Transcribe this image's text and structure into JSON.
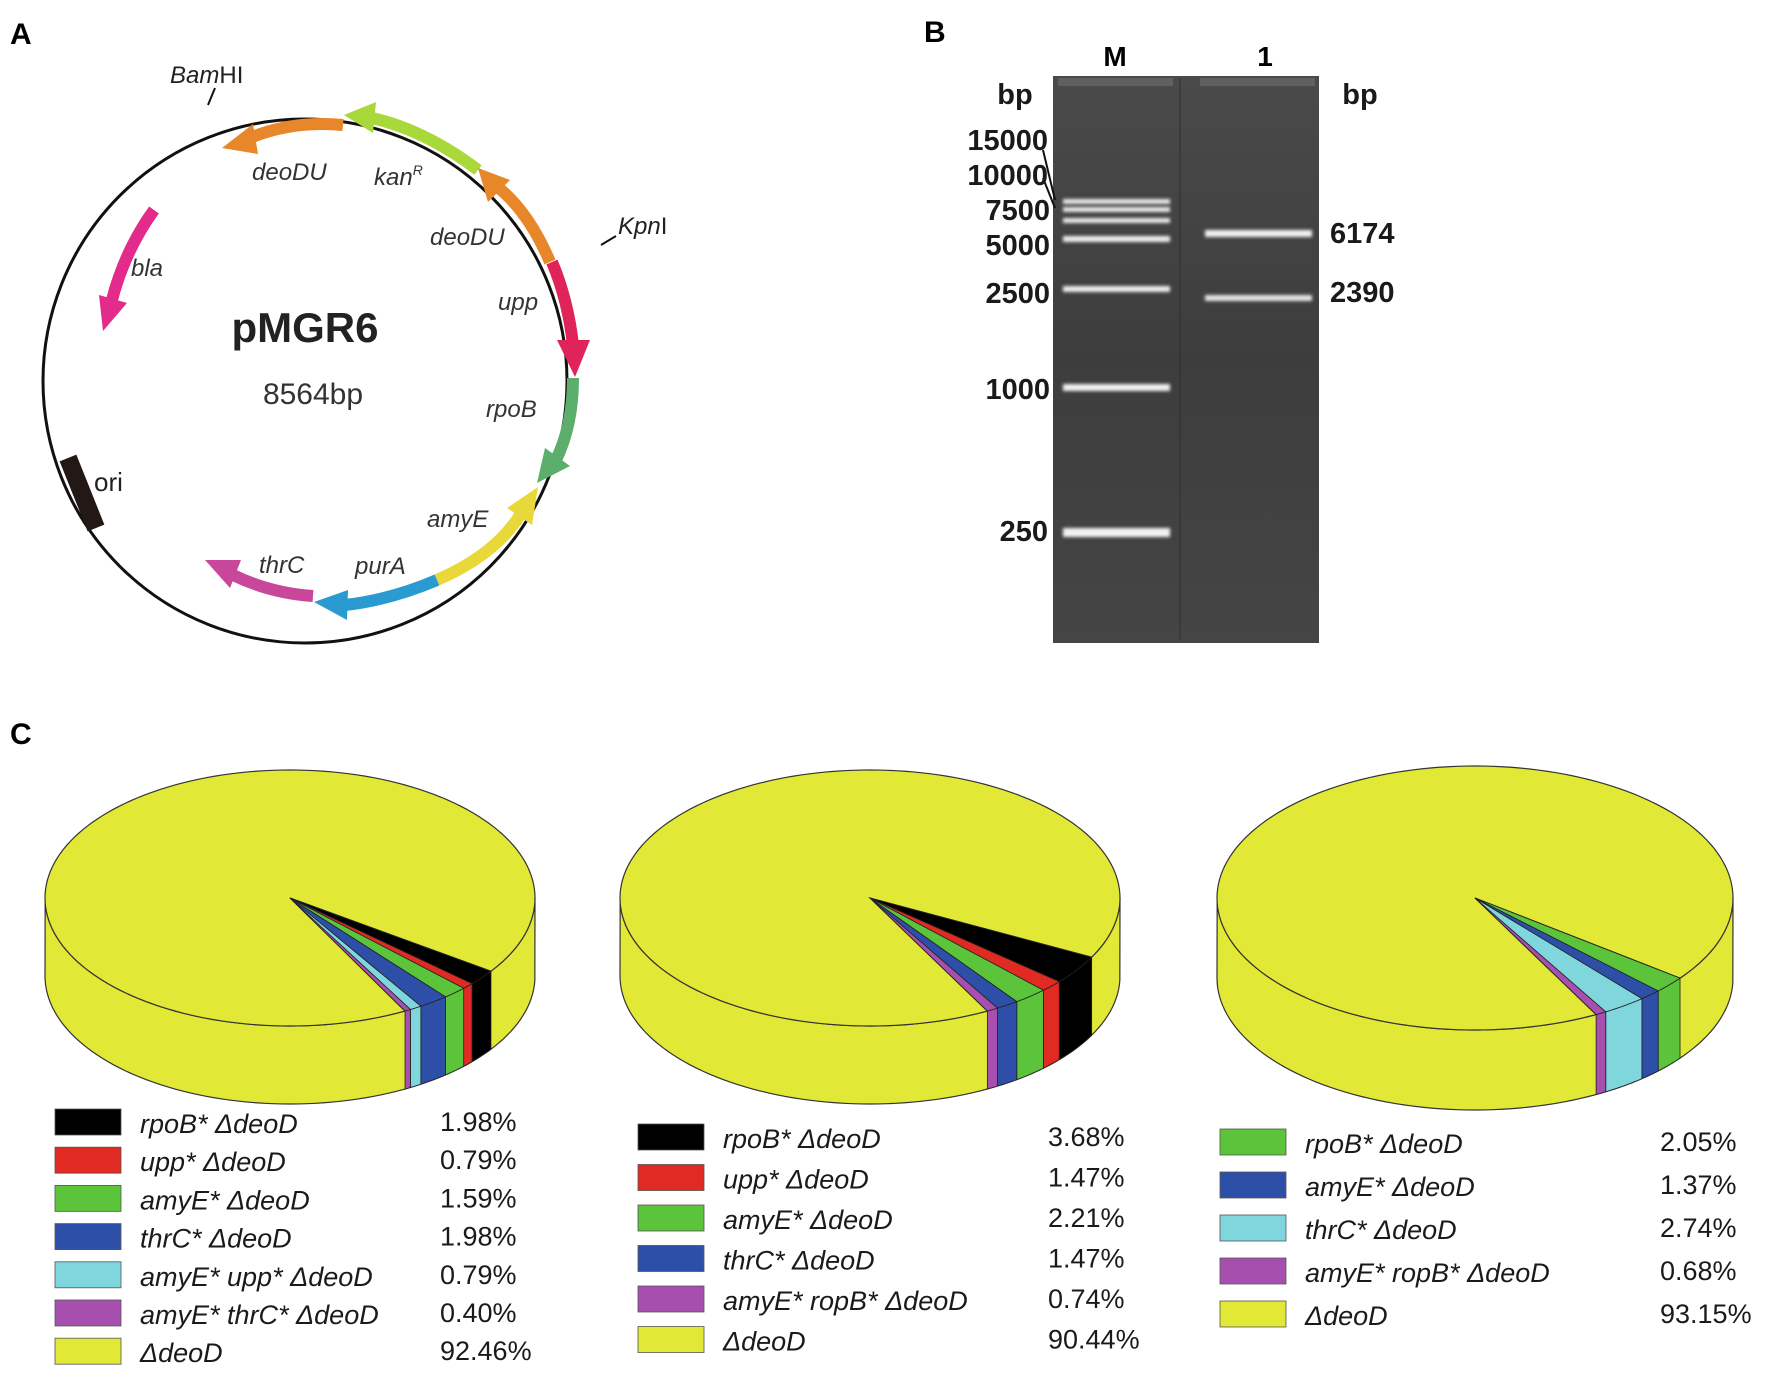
{
  "panel_a": {
    "letter": "A",
    "plasmid_name": "pMGR6",
    "plasmid_size": "8564bp",
    "sites": [
      {
        "italic": "Bam",
        "regular": "HI"
      },
      {
        "italic": "Kpn",
        "regular": "I"
      }
    ],
    "genes": [
      {
        "label": "deoDU",
        "color": "#E8862A"
      },
      {
        "label": "kan",
        "sup": "R",
        "color": "#A8D83A"
      },
      {
        "label": "deoDU",
        "color": "#E8862A"
      },
      {
        "label": "upp",
        "color": "#E0245A"
      },
      {
        "label": "rpoB",
        "color": "#5BAE6B"
      },
      {
        "label": "amyE",
        "color": "#E8D83A"
      },
      {
        "label": "purA",
        "color": "#2A9BD0"
      },
      {
        "label": "thrC",
        "color": "#C9479B"
      },
      {
        "label": "bla",
        "color": "#E22B8A"
      }
    ],
    "ori_label": "ori"
  },
  "panel_b": {
    "letter": "B",
    "lane_labels": [
      "M",
      "1"
    ],
    "unit_left": "bp",
    "unit_right": "bp",
    "marker_sizes": [
      "15000",
      "10000",
      "7500",
      "5000",
      "2500",
      "1000",
      "250"
    ],
    "sample_bands": [
      "6174",
      "2390"
    ]
  },
  "panel_c": {
    "letter": "C",
    "pies": [
      {
        "legend": [
          {
            "label": "rpoB* ΔdeoD",
            "value": "1.98%",
            "color": "#000000"
          },
          {
            "label": "upp* ΔdeoD",
            "value": "0.79%",
            "color": "#E02A22"
          },
          {
            "label": "amyE* ΔdeoD",
            "value": "1.59%",
            "color": "#5BC43A"
          },
          {
            "label": "thrC* ΔdeoD",
            "value": "1.98%",
            "color": "#2E4FA8"
          },
          {
            "label": "amyE* upp* ΔdeoD",
            "value": "0.79%",
            "color": "#7FD6DD"
          },
          {
            "label": "amyE* thrC* ΔdeoD",
            "value": "0.40%",
            "color": "#A64FAF"
          },
          {
            "label": "ΔdeoD",
            "value": "92.46%",
            "color": "#E1E836"
          }
        ]
      },
      {
        "legend": [
          {
            "label": "rpoB* ΔdeoD",
            "value": "3.68%",
            "color": "#000000"
          },
          {
            "label": "upp* ΔdeoD",
            "value": "1.47%",
            "color": "#E02A22"
          },
          {
            "label": "amyE* ΔdeoD",
            "value": "2.21%",
            "color": "#5BC43A"
          },
          {
            "label": "thrC* ΔdeoD",
            "value": "1.47%",
            "color": "#2E4FA8"
          },
          {
            "label": "amyE* ropB* ΔdeoD",
            "value": "0.74%",
            "color": "#A64FAF"
          },
          {
            "label": "ΔdeoD",
            "value": "90.44%",
            "color": "#E1E836"
          }
        ]
      },
      {
        "legend": [
          {
            "label": "rpoB* ΔdeoD",
            "value": "2.05%",
            "color": "#5BC43A"
          },
          {
            "label": "amyE* ΔdeoD",
            "value": "1.37%",
            "color": "#2E4FA8"
          },
          {
            "label": "thrC* ΔdeoD",
            "value": "2.74%",
            "color": "#7FD6DD"
          },
          {
            "label": "amyE* ropB* ΔdeoD",
            "value": "0.68%",
            "color": "#A64FAF"
          },
          {
            "label": "ΔdeoD",
            "value": "93.15%",
            "color": "#E1E836"
          }
        ]
      }
    ]
  }
}
